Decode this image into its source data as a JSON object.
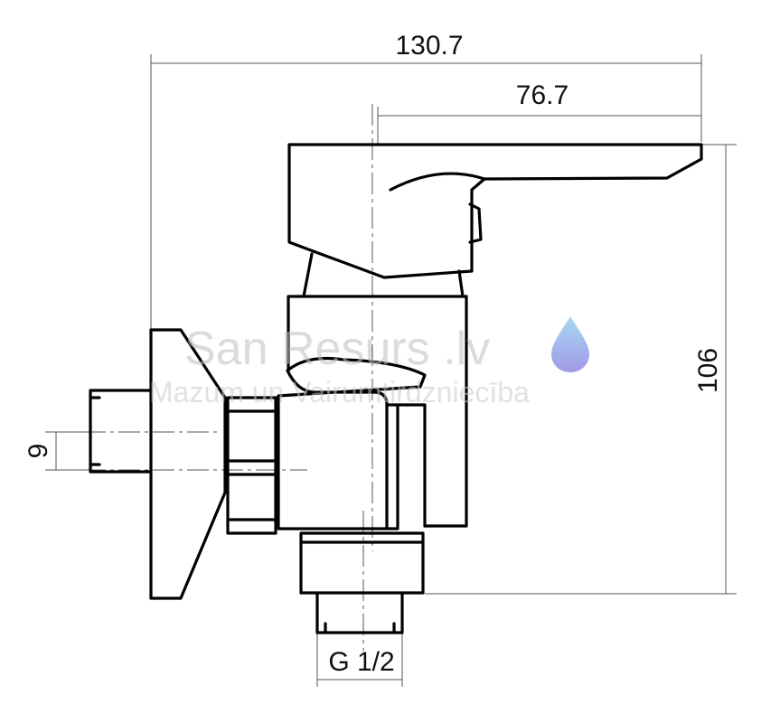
{
  "dimensions": {
    "overall_width": "130.7",
    "handle_width": "76.7",
    "height": "106",
    "offset": "9",
    "thread": "G 1/2"
  },
  "watermark": {
    "brand": "San Resurs .lv",
    "tagline": "Mazum un Vairumtirdzniecība",
    "drop_colors": [
      "#8fd0f0",
      "#8a7fe0"
    ]
  }
}
